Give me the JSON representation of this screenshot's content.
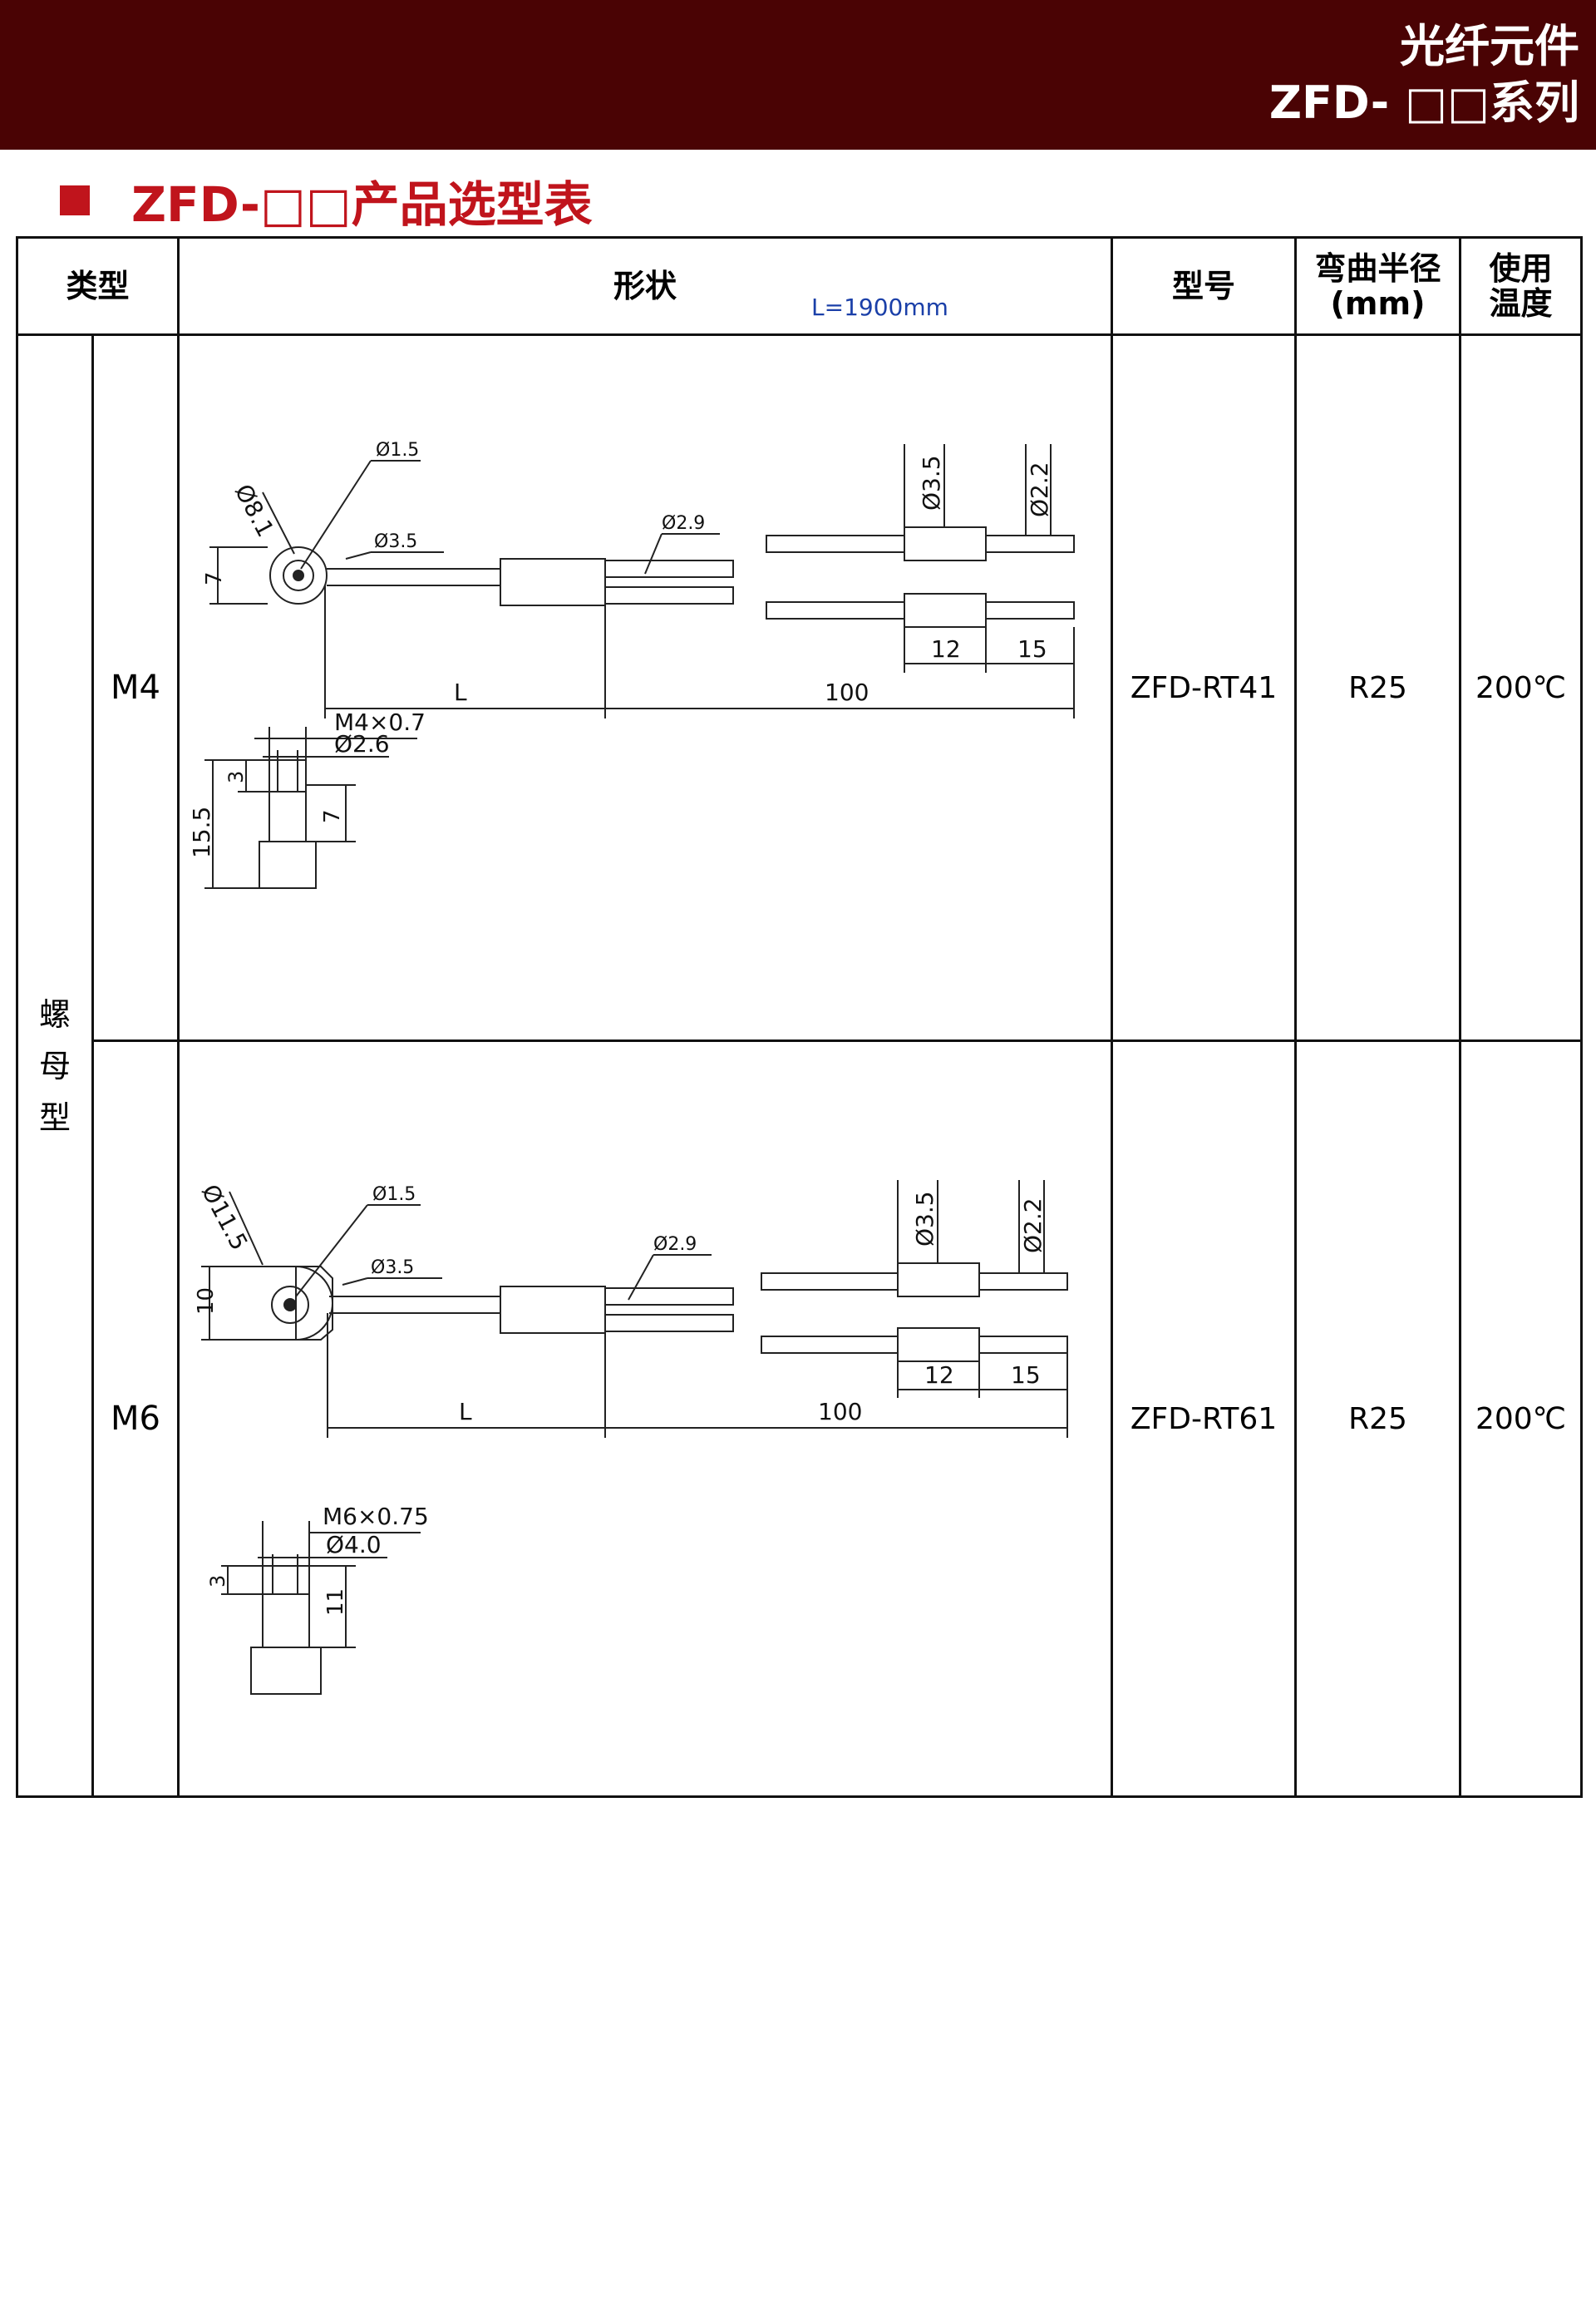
{
  "header": {
    "line1": "光纤元件",
    "line2": "ZFD- □□系列"
  },
  "section_title": "ZFD-□□产品选型表",
  "columns": {
    "type": "类型",
    "shape": "形状",
    "shape_note": "L=1900mm",
    "model": "型号",
    "bend_l1": "弯曲半径",
    "bend_l2": "(mm)",
    "temp_l1": "使用",
    "temp_l2": "温度"
  },
  "type_group": {
    "c1": "螺",
    "c2": "母",
    "c3": "型"
  },
  "rows": [
    {
      "thread": "M4",
      "model": "ZFD-RT41",
      "bend_radius": "R25",
      "temperature": "200℃",
      "labels": {
        "head_dia": "Ø8.1",
        "fiber_dia": "Ø1.5",
        "sheath_dia": "Ø3.5",
        "tube_dia": "Ø2.9",
        "head_h": "7",
        "L": "L",
        "len100": "100",
        "sleeve_dia": "Ø3.5",
        "tip_dia": "Ø2.2",
        "sleeve_len": "12",
        "tip_len": "15",
        "thread_spec": "M4×0.7",
        "bore_dia": "Ø2.6",
        "top_h": "3",
        "thread_h": "7",
        "total_h": "15.5"
      }
    },
    {
      "thread": "M6",
      "model": "ZFD-RT61",
      "bend_radius": "R25",
      "temperature": "200℃",
      "labels": {
        "head_dia": "Ø11.5",
        "fiber_dia": "Ø1.5",
        "sheath_dia": "Ø3.5",
        "tube_dia": "Ø2.9",
        "head_h": "10",
        "L": "L",
        "len100": "100",
        "sleeve_dia": "Ø3.5",
        "tip_dia": "Ø2.2",
        "sleeve_len": "12",
        "tip_len": "15",
        "thread_spec": "M6×0.75",
        "bore_dia": "Ø4.0",
        "top_h": "3",
        "thread_h": "11"
      }
    }
  ]
}
